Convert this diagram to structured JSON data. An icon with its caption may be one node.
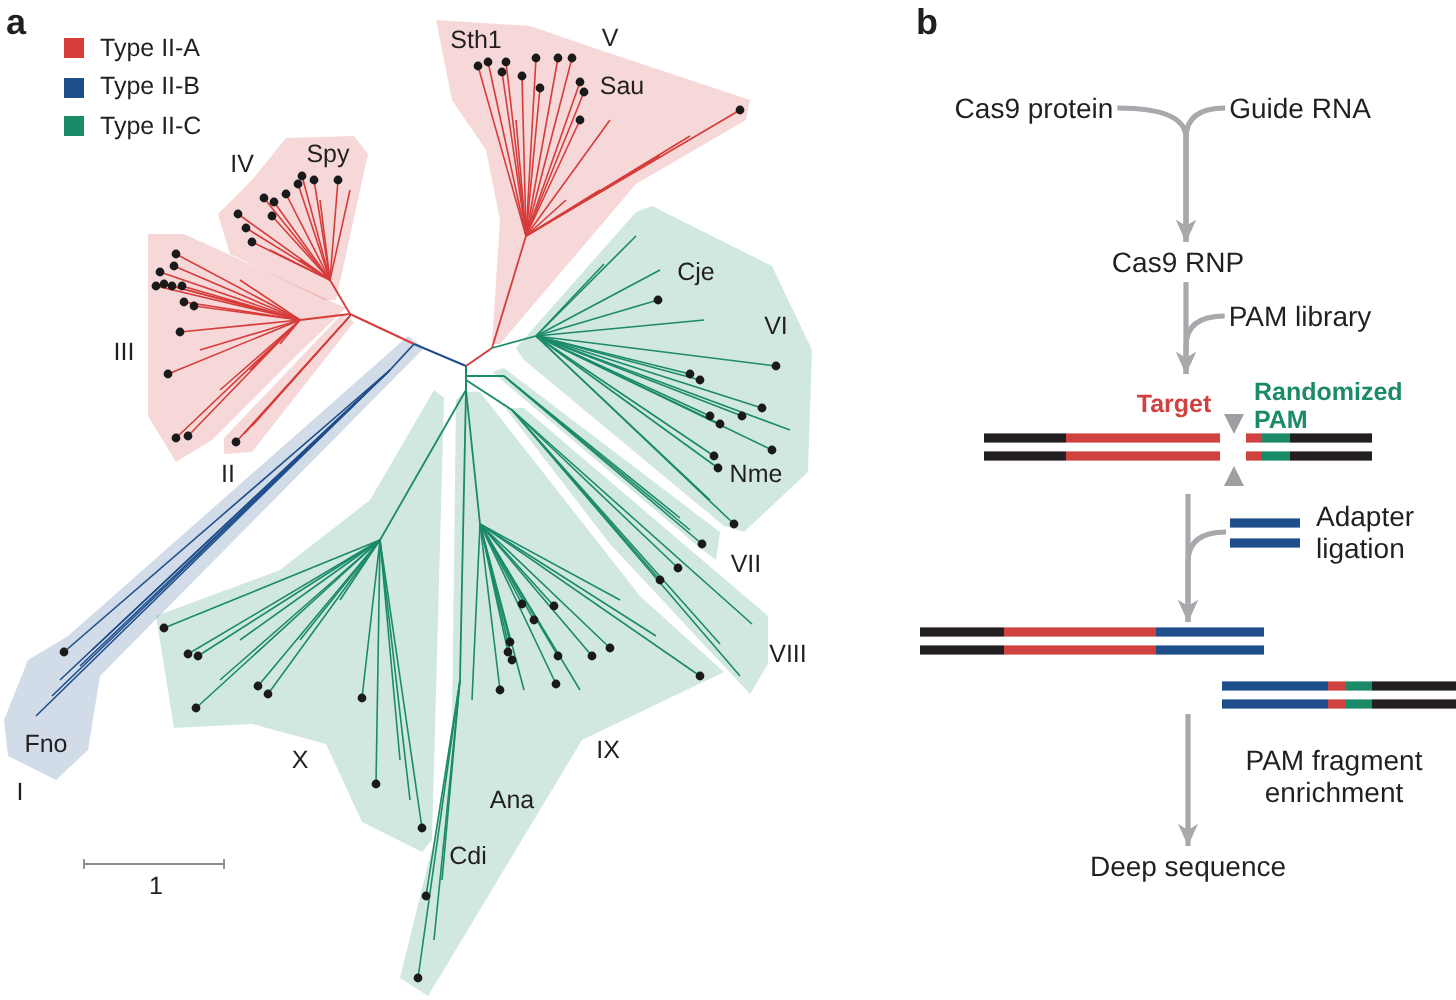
{
  "diagram": {
    "nodes": [
      {
        "text": [
          "Sth1",
          "V",
          "Sau"
        ]
      },
      {
        "text": [
          "IV",
          "Spy"
        ]
      },
      {
        "text": [
          "Cje",
          "VI",
          "Nme"
        ]
      },
      {
        "text": [
          "III"
        ]
      },
      {
        "text": [
          "II"
        ]
      },
      {
        "text": [
          "VII"
        ]
      },
      {
        "text": [
          "VIII"
        ]
      },
      {
        "text": [
          "Fno",
          "I"
        ]
      },
      {
        "text": [
          "X"
        ]
      },
      {
        "text": [
          "IX",
          "Ana",
          "Cdi"
        ]
      },
      {
        "text": [
          "Cas9 protein"
        ]
      },
      {
        "text": [
          "Guide RNA"
        ]
      },
      {
        "text": [
          "Cas9 RNP"
        ]
      },
      {
        "text": [
          "PAM library"
        ]
      },
      {
        "text": [],
        "shape": "picture",
        "beside": [
          "Target",
          "Randomized PAM"
        ]
      },
      {
        "text": [
          "Adapter ligation"
        ]
      },
      {
        "text": [],
        "shape": "picture"
      },
      {
        "text": [
          "Deep sequence"
        ]
      }
    ],
    "edges": [
      {
        "from": 10,
        "to": 12,
        "arrow": "to"
      },
      {
        "from": 11,
        "to": 12,
        "arrow": "to"
      },
      {
        "from": 12,
        "to": 14,
        "arrow": "to"
      },
      {
        "from": 13,
        "to": 14,
        "arrow": "to"
      },
      {
        "from": 14,
        "to": 16,
        "arrow": "to"
      },
      {
        "from": 15,
        "to": 16,
        "arrow": "to"
      },
      {
        "from": 16,
        "to": 17,
        "arrow": "to",
        "label": "PAM fragment enrichment"
      }
    ],
    "labels": [
      "a",
      "b",
      "1"
    ],
    "legend": [
      {
        "text": "Type II-A",
        "color": "#d63c3a"
      },
      {
        "text": "Type II-B",
        "color": "#1f4e8c"
      },
      {
        "text": "Type II-C",
        "color": "#1a8a69"
      }
    ]
  }
}
